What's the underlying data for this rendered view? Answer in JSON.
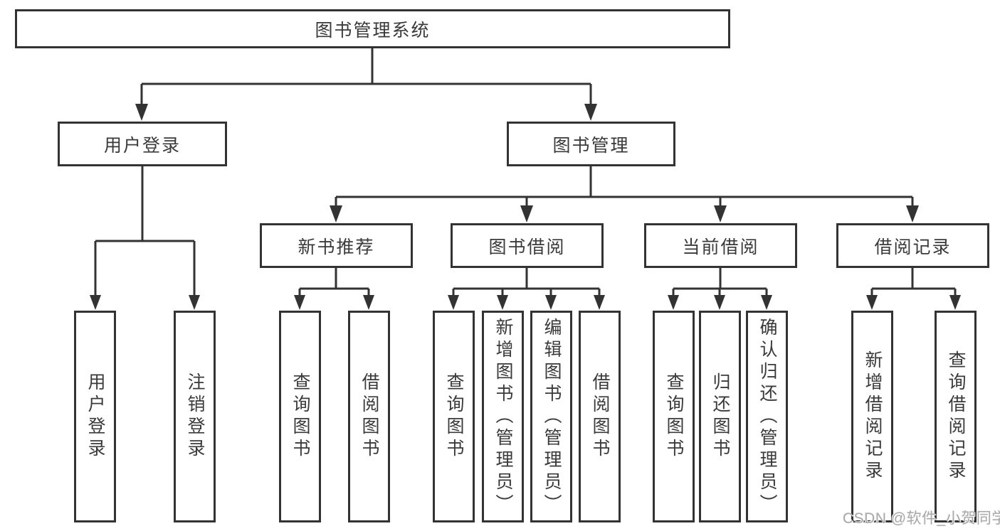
{
  "watermark": "CSDN @软件_小贺同学",
  "colors": {
    "line": "#333333",
    "text": "#3a3a3a",
    "watermark": "#a8a8a8",
    "background": "#ffffff"
  },
  "tree": {
    "label": "图书管理系统",
    "children": [
      {
        "label": "用户登录",
        "children": [
          {
            "label": "用户登录"
          },
          {
            "label": "注销登录"
          }
        ]
      },
      {
        "label": "图书管理",
        "children": [
          {
            "label": "新书推荐",
            "children": [
              {
                "label": "查询图书"
              },
              {
                "label": "借阅图书"
              }
            ]
          },
          {
            "label": "图书借阅",
            "children": [
              {
                "label": "查询图书"
              },
              {
                "label": "新增图书（管理员）"
              },
              {
                "label": "编辑图书（管理员）"
              },
              {
                "label": "借阅图书"
              }
            ]
          },
          {
            "label": "当前借阅",
            "children": [
              {
                "label": "查询图书"
              },
              {
                "label": "归还图书"
              },
              {
                "label": "确认归还（管理员）"
              }
            ]
          },
          {
            "label": "借阅记录",
            "children": [
              {
                "label": "新增借阅记录"
              },
              {
                "label": "查询借阅记录"
              }
            ]
          }
        ]
      }
    ]
  }
}
